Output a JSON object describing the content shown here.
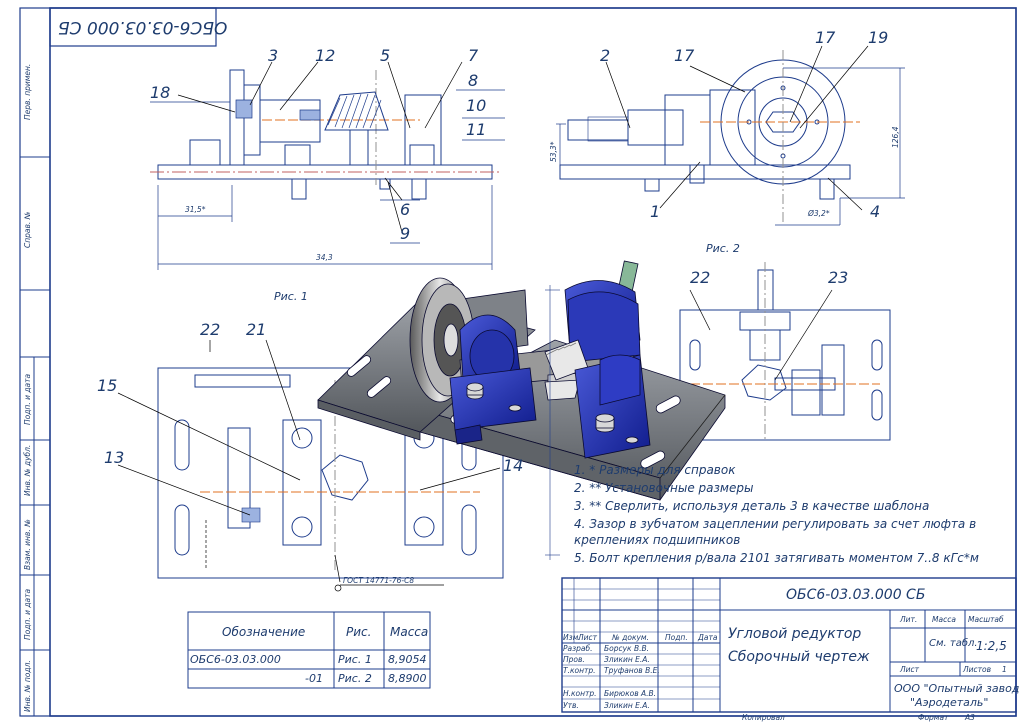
{
  "sheet": {
    "top_code": "ОБС6-03.03.000 СБ",
    "format_label": "Формат",
    "format_value": "А3",
    "copied_label": "Копировал"
  },
  "side_stamps": {
    "perv_primen": "Перв. примен.",
    "sprav_no": "Справ. №",
    "podp_data": "Подп. и дата",
    "inv_dubl": "Инв. № дубл.",
    "vzam_inv": "Взам. инв. №",
    "inv_podl": "Инв. № подл."
  },
  "figures": {
    "fig1": "Рис. 1",
    "fig2": "Рис. 2"
  },
  "callouts": {
    "c1": "1",
    "c2": "2",
    "c3": "3",
    "c4": "4",
    "c5": "5",
    "c6": "6",
    "c7": "7",
    "c8": "8",
    "c9": "9",
    "c10": "10",
    "c11": "11",
    "c12": "12",
    "c13": "13",
    "c14": "14",
    "c15": "15",
    "c17": "17",
    "c18": "18",
    "c19": "19",
    "c21": "21",
    "c22a": "22",
    "c22b": "22",
    "c23": "23"
  },
  "dimensions": {
    "d_315": "31,5*",
    "d_343": "34,3",
    "d_533": "53,3*",
    "d_1264": "126,4",
    "d_832": "Ø3,2*",
    "weld_note": "ГОСТ 14771-76-С8"
  },
  "notes": [
    "1. * Размеры для справок",
    "2. ** Установочные размеры",
    "3. ** Сверлить, используя деталь 3 в качестве шаблона",
    "4. Зазор в зубчатом зацеплении регулировать за счет люфта в",
    "креплениях подшипников",
    "5. Болт крепления р/вала 2101 затягивать моментом 7..8 кГс*м"
  ],
  "variants_table": {
    "headers": [
      "Обозначение",
      "Рис.",
      "Масса"
    ],
    "rows": [
      [
        "ОБС6-03.03.000",
        "Рис. 1",
        "8,9054"
      ],
      [
        "-01",
        "Рис. 2",
        "8,8900"
      ]
    ]
  },
  "title_block": {
    "designation": "ОБС6-03.03.000 СБ",
    "name_line1": "Угловой редуктор",
    "name_line2": "Сборочный чертеж",
    "col_izm": "Изм.",
    "col_list": "Лист",
    "col_doc": "№ докум.",
    "col_podp": "Подп.",
    "col_data": "Дата",
    "razrab_label": "Разраб.",
    "razrab_name": "Борсук В.В.",
    "prov_label": "Пров.",
    "prov_name": "Зликин Е.А.",
    "tkontr_label": "Т.контр.",
    "tkontr_name": "Труфанов В.Е.",
    "nkontr_label": "Н.контр.",
    "nkontr_name": "Бирюков А.В.",
    "utv_label": "Утв.",
    "utv_name": "Зликин Е.А.",
    "lit_label": "Лит.",
    "mass_label": "Масса",
    "scale_label": "Масштаб",
    "mass_value": "См. табл.",
    "scale_value": "1:2,5",
    "list_label": "Лист",
    "listov_label": "Листов",
    "listov_value": "1",
    "company_line1": "ООО \"Опытный завод",
    "company_line2": "\"Аэродеталь\""
  }
}
